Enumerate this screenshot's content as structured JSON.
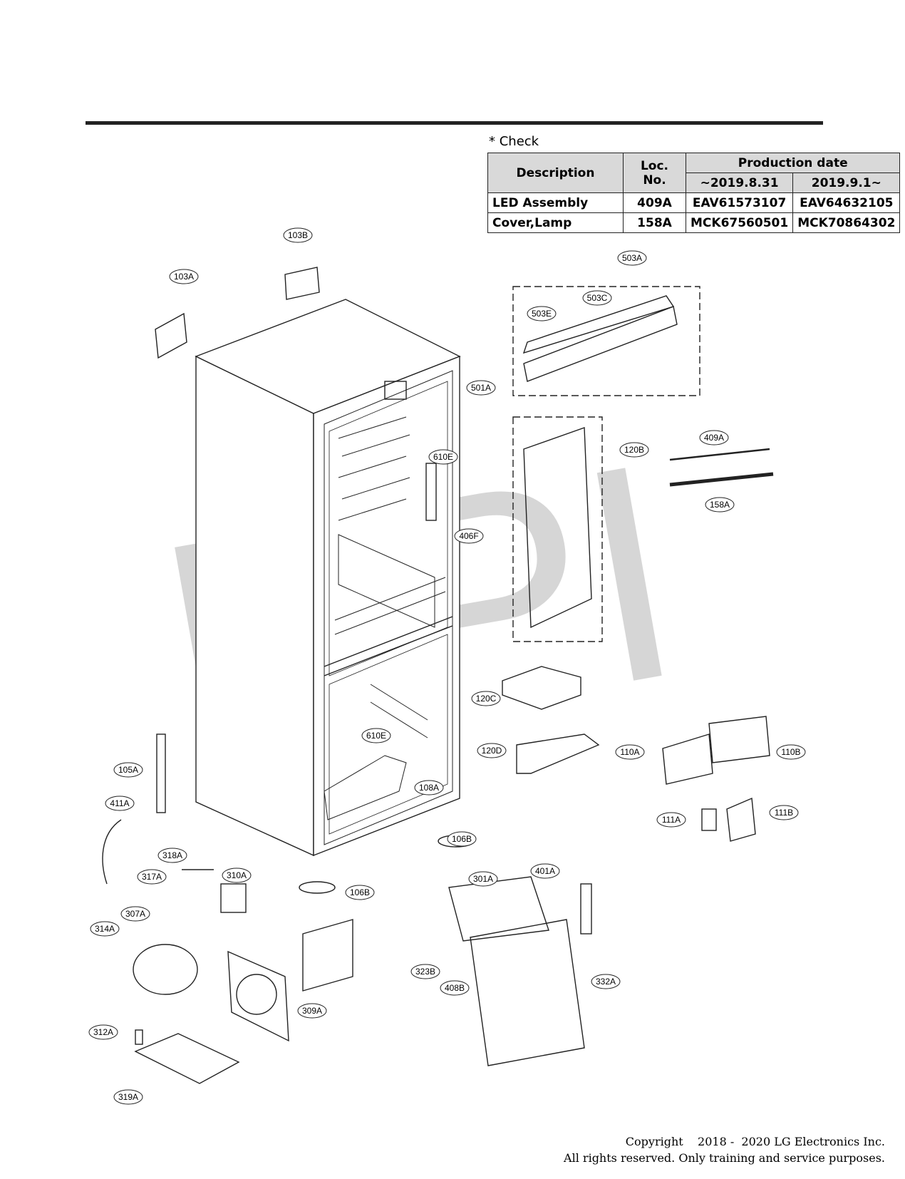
{
  "watermark": "RPI",
  "check": {
    "title": "* Check",
    "headers": {
      "description": "Description",
      "loc_no": "Loc. No.",
      "production_date": "Production date",
      "period_a": "~2019.8.31",
      "period_b": "2019.9.1~"
    },
    "rows": [
      {
        "description": "LED Assembly",
        "loc": "409A",
        "old": "EAV61573107",
        "new": "EAV64632105"
      },
      {
        "description": "Cover,Lamp",
        "loc": "158A",
        "old": "MCK67560501",
        "new": "MCK70864302"
      }
    ]
  },
  "callouts": [
    "103B",
    "103A",
    "501A",
    "610E",
    "406F",
    "503A",
    "503C",
    "503E",
    "120B",
    "409A",
    "158A",
    "120C",
    "120D",
    "110A",
    "110B",
    "111A",
    "111B",
    "610E",
    "105A",
    "108A",
    "411A",
    "106B",
    "106B",
    "318A",
    "317A",
    "310A",
    "401A",
    "301A",
    "307A",
    "314A",
    "323B",
    "408B",
    "332A",
    "309A",
    "312A",
    "319A"
  ],
  "copyright": {
    "line1": "Copyright    2018 -  2020 LG Electronics Inc.",
    "line2": "All rights reserved. Only training and service purposes."
  }
}
